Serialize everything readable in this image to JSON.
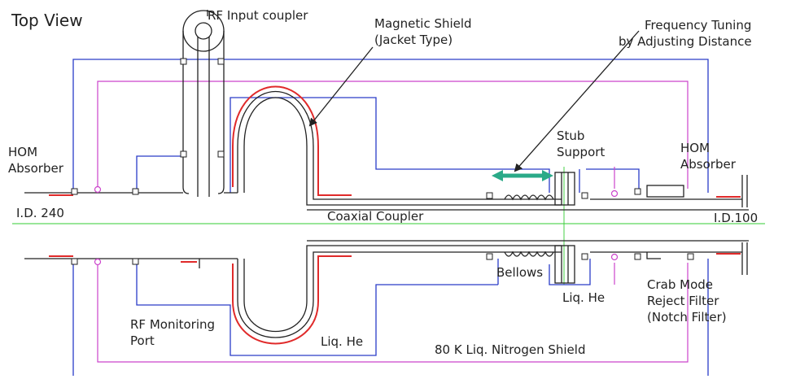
{
  "title": "Top View",
  "labels": {
    "rf_input": "RF Input coupler",
    "magnetic_shield_1": "Magnetic Shield",
    "magnetic_shield_2": "(Jacket Type)",
    "freq_tuning_1": "Frequency Tuning",
    "freq_tuning_2": "by Adjusting Distance",
    "stub_support_1": "Stub",
    "stub_support_2": "Support",
    "hom_left_1": "HOM",
    "hom_left_2": "Absorber",
    "hom_right_1": "HOM",
    "hom_right_2": "Absorber",
    "id_left": "I.D. 240",
    "coaxial_coupler": "Coaxial Coupler",
    "id_right": "I.D.100",
    "bellows": "Bellows",
    "liq_he_right": "Liq. He",
    "crab_filter_1": "Crab Mode",
    "crab_filter_2": "Reject Filter",
    "crab_filter_3": "(Notch Filter)",
    "rf_monitor_1": "RF Monitoring",
    "rf_monitor_2": "Port",
    "liq_he_center": "Liq. He",
    "nitrogen_shield": "80 K Liq. Nitrogen Shield"
  },
  "colors": {
    "helium_vessel": "#2a3cc8",
    "nitrogen_shield": "#cc44cc",
    "magnetic_shield": "#e02a2a",
    "axis": "#33cc33",
    "tuning_arrow": "#2aaa88"
  }
}
